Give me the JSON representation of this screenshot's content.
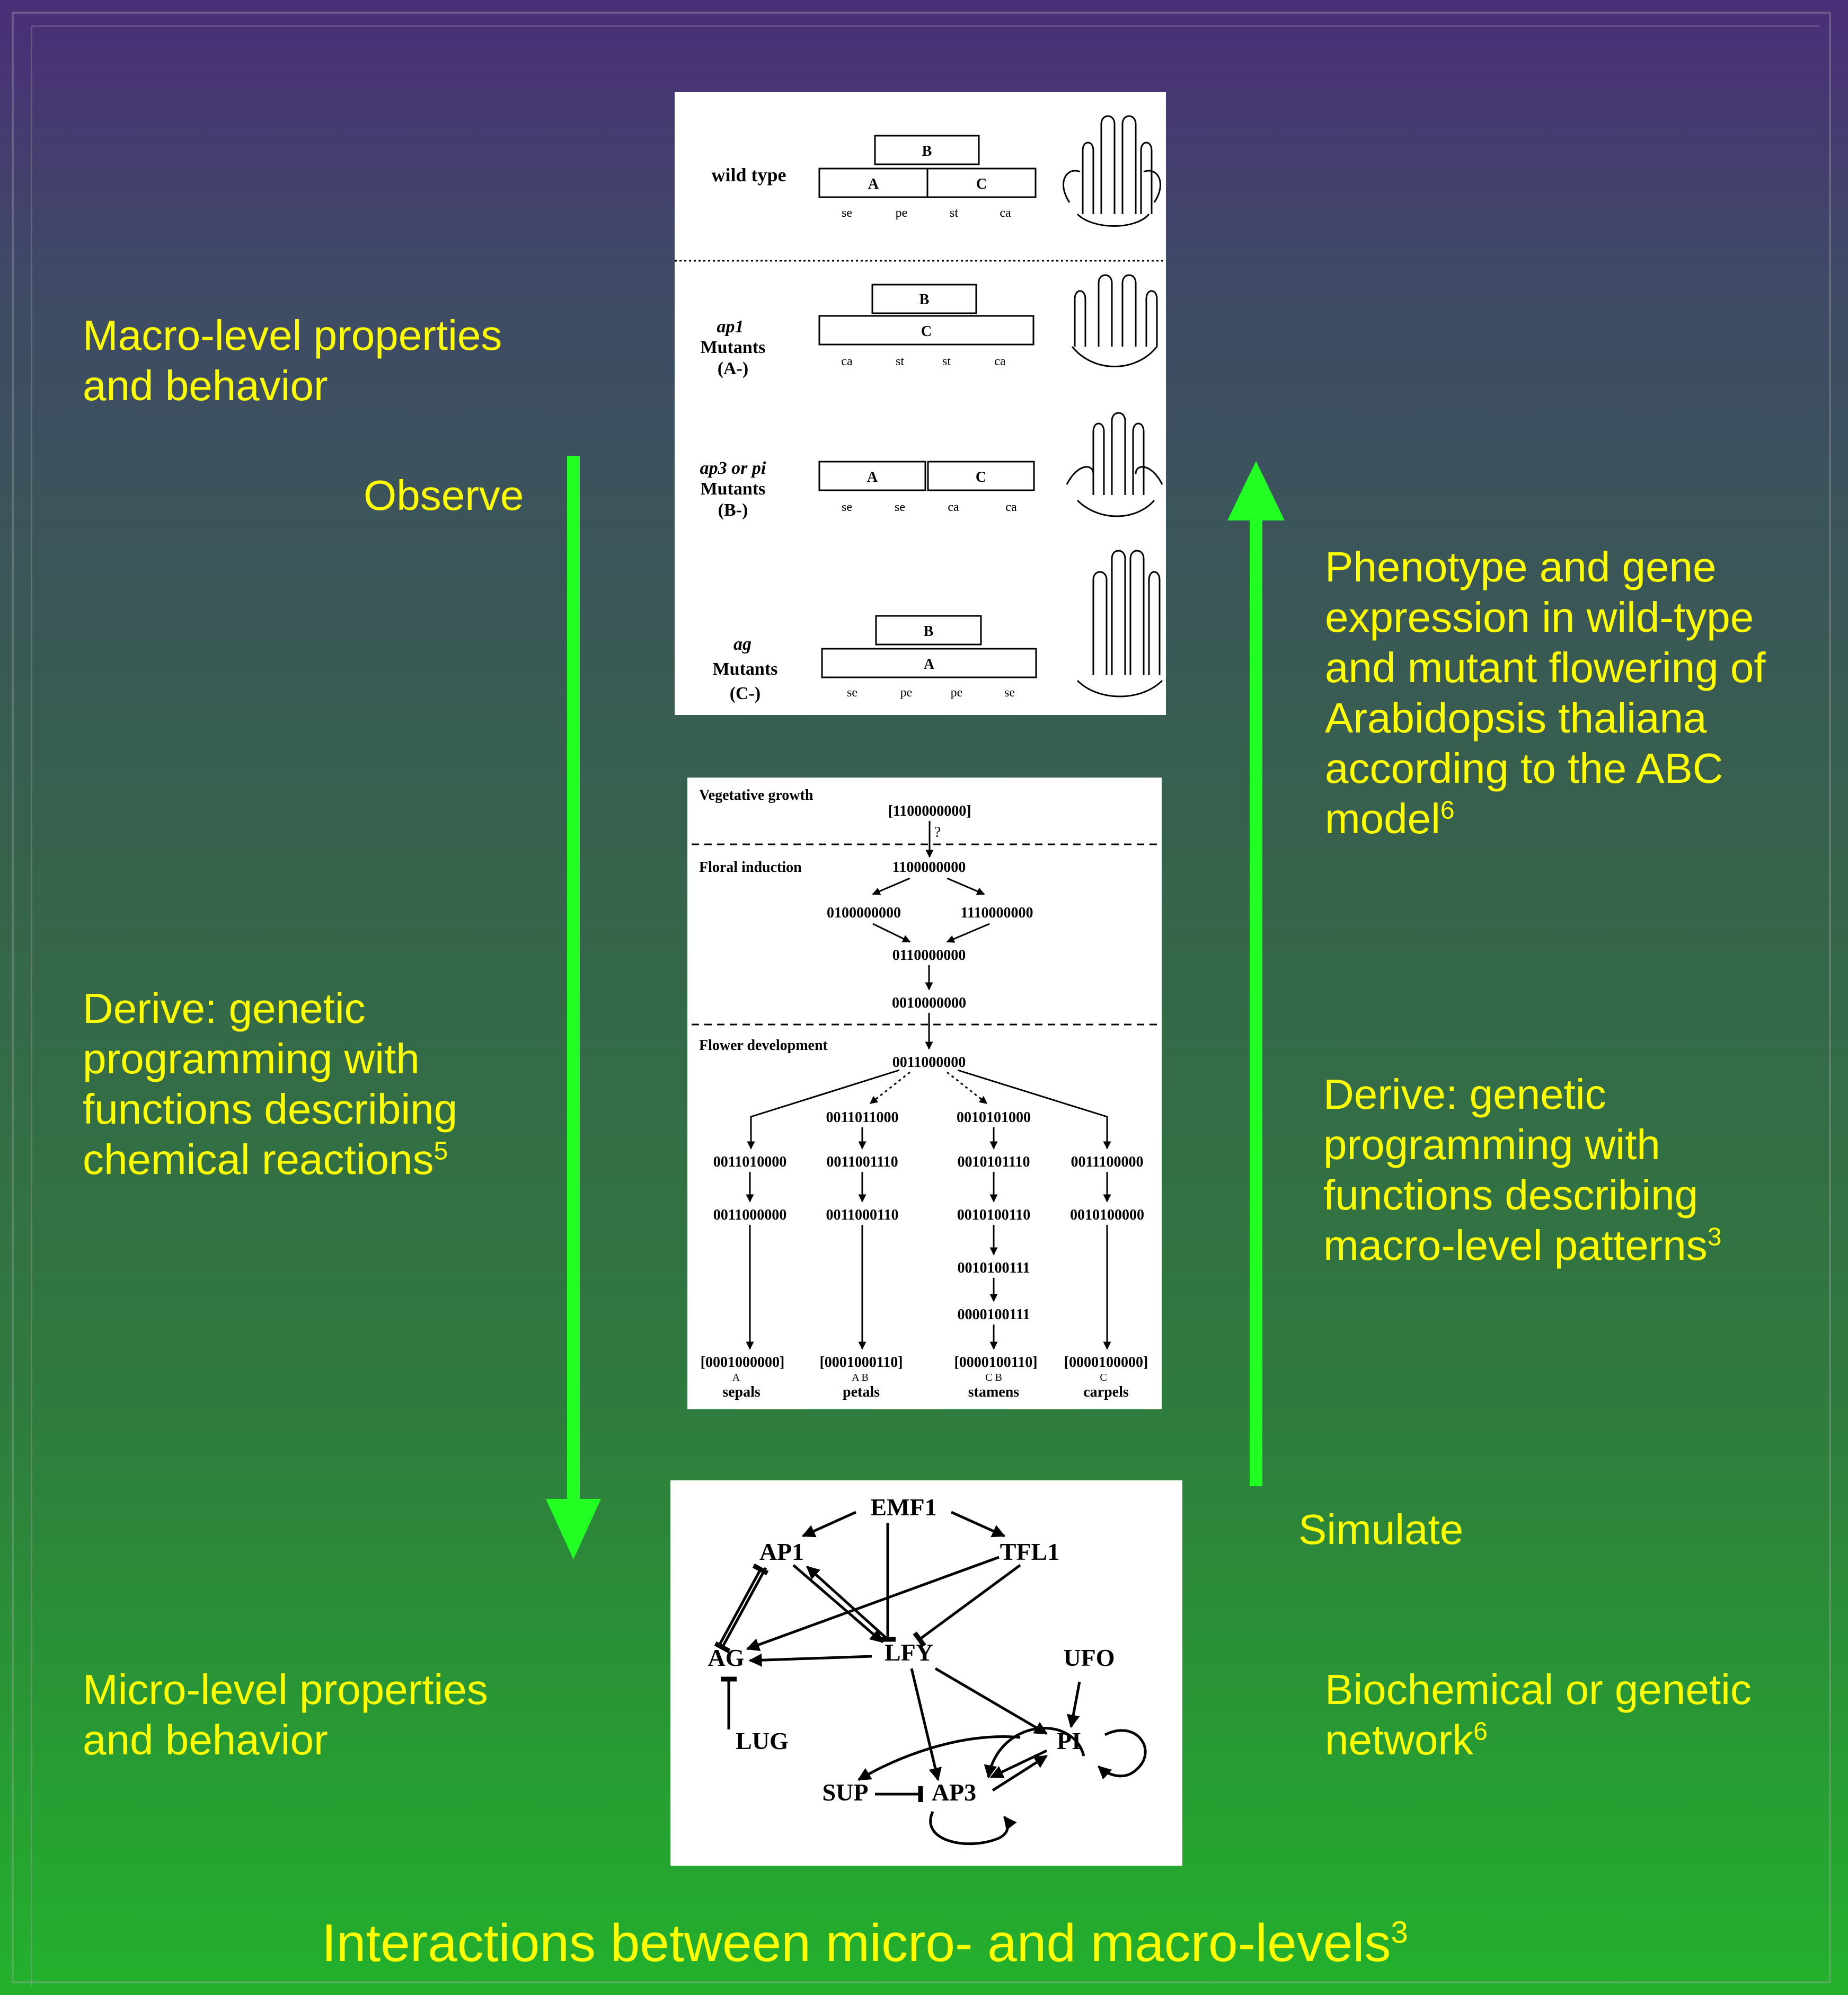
{
  "labels": {
    "macro_line1": "Macro-level properties",
    "macro_line2": "and behavior",
    "observe": "Observe",
    "derive_left_1": "Derive: genetic",
    "derive_left_2": "programming with",
    "derive_left_3": "functions describing",
    "derive_left_4": "chemical reactions",
    "derive_left_ref": "5",
    "micro_line1": "Micro-level properties",
    "micro_line2": "and behavior",
    "phenotype_1": "Phenotype and gene",
    "phenotype_2": "expression in wild-type",
    "phenotype_3": "and mutant flowering of",
    "phenotype_4": "Arabidopsis thaliana",
    "phenotype_5": "according to the ABC",
    "phenotype_6": "model",
    "phenotype_ref": "6",
    "derive_right_1": "Derive: genetic",
    "derive_right_2": "programming with",
    "derive_right_3": "functions describing",
    "derive_right_4": "macro-level patterns",
    "derive_right_ref": "3",
    "simulate": "Simulate",
    "network_1": "Biochemical or genetic",
    "network_2": "network",
    "network_ref": "6",
    "title": "Interactions between micro- and macro-levels",
    "title_ref": "3"
  },
  "colors": {
    "text": "#ffff00",
    "arrow": "#22ff22"
  },
  "abc_panel": {
    "rows": [
      {
        "name_lines": [
          "wild type"
        ],
        "top_box": "B",
        "boxes": [
          "A",
          "C"
        ],
        "organs": [
          "se",
          "pe",
          "st",
          "ca"
        ]
      },
      {
        "name_lines": [
          "ap1",
          "Mutants",
          "(A-)"
        ],
        "top_box": "B",
        "boxes": [
          "C"
        ],
        "organs": [
          "ca",
          "st",
          "st",
          "ca"
        ]
      },
      {
        "name_lines": [
          "ap3 or pi",
          "Mutants",
          "(B-)"
        ],
        "top_box": "",
        "boxes": [
          "A",
          "C"
        ],
        "organs": [
          "se",
          "se",
          "ca",
          "ca"
        ]
      },
      {
        "name_lines": [
          "ag",
          "Mutants",
          "(C-)"
        ],
        "top_box": "B",
        "boxes": [
          "A"
        ],
        "organs": [
          "se",
          "pe",
          "pe",
          "se"
        ]
      }
    ]
  },
  "state_panel": {
    "sections": [
      "Vegetative growth",
      "Floral induction",
      "Flower development"
    ],
    "states": {
      "veg": "[1100000000]",
      "q": "?",
      "fi": "1100000000",
      "s1": "0100000000",
      "s2": "1110000000",
      "s3": "0110000000",
      "s4": "0010000000",
      "s5": "0011000000",
      "b2a": "0011011000",
      "b3a": "0010101000",
      "b1b": "0011010000",
      "b2b": "0011001110",
      "b3b": "0010101110",
      "b4b": "0011100000",
      "b1c": "0011000000",
      "b2c": "0011000110",
      "b3c": "0010100110",
      "b4c": "0010100000",
      "b3d": "0010100111",
      "b3e": "0000100111",
      "f1": "[0001000000]",
      "f2": "[0001000110]",
      "f3": "[0000100110]",
      "f4": "[0000100000]",
      "l1": "A",
      "l2": "A    B",
      "l3": "C    B",
      "l4": "C",
      "o1": "sepals",
      "o2": "petals",
      "o3": "stamens",
      "o4": "carpels"
    }
  },
  "network_panel": {
    "genes": {
      "emf1": "EMF1",
      "ap1": "AP1",
      "tfl1": "TFL1",
      "ag": "AG",
      "lfy": "LFY",
      "ufo": "UFO",
      "lug": "LUG",
      "pi": "PI",
      "sup": "SUP",
      "ap3": "AP3"
    }
  }
}
